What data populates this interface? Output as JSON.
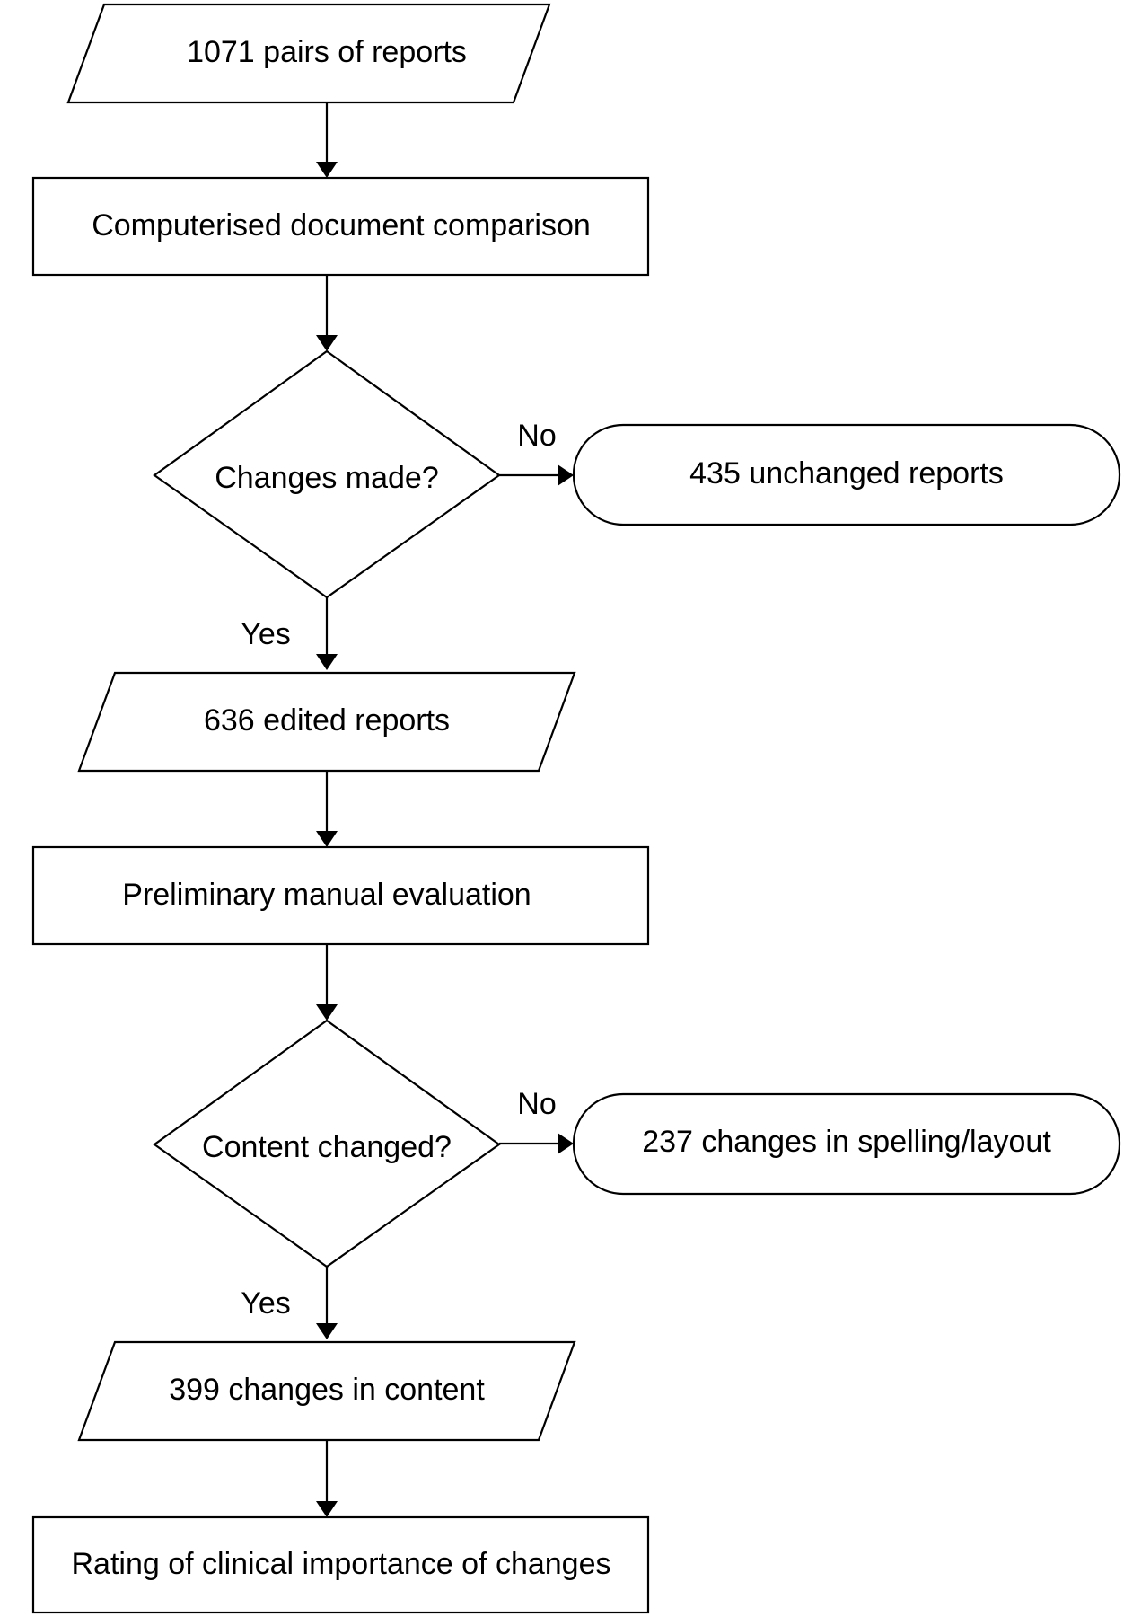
{
  "colors": {
    "stroke": "#000000",
    "fill": "#ffffff",
    "text": "#000000"
  },
  "nodes": {
    "input": "1071 pairs of reports",
    "comparison": "Computerised document comparison",
    "changes_made": "Changes made?",
    "unchanged": "435 unchanged reports",
    "edited": "636 edited reports",
    "manual_evaluation": "Preliminary manual evaluation",
    "content_changed": "Content changed?",
    "spelling_layout": "237 changes in spelling/layout",
    "content_changes": "399 changes in content",
    "rating": "Rating of clinical importance of changes"
  },
  "edges": {
    "changes_made_no": "No",
    "changes_made_yes": "Yes",
    "content_changed_no": "No",
    "content_changed_yes": "Yes"
  }
}
